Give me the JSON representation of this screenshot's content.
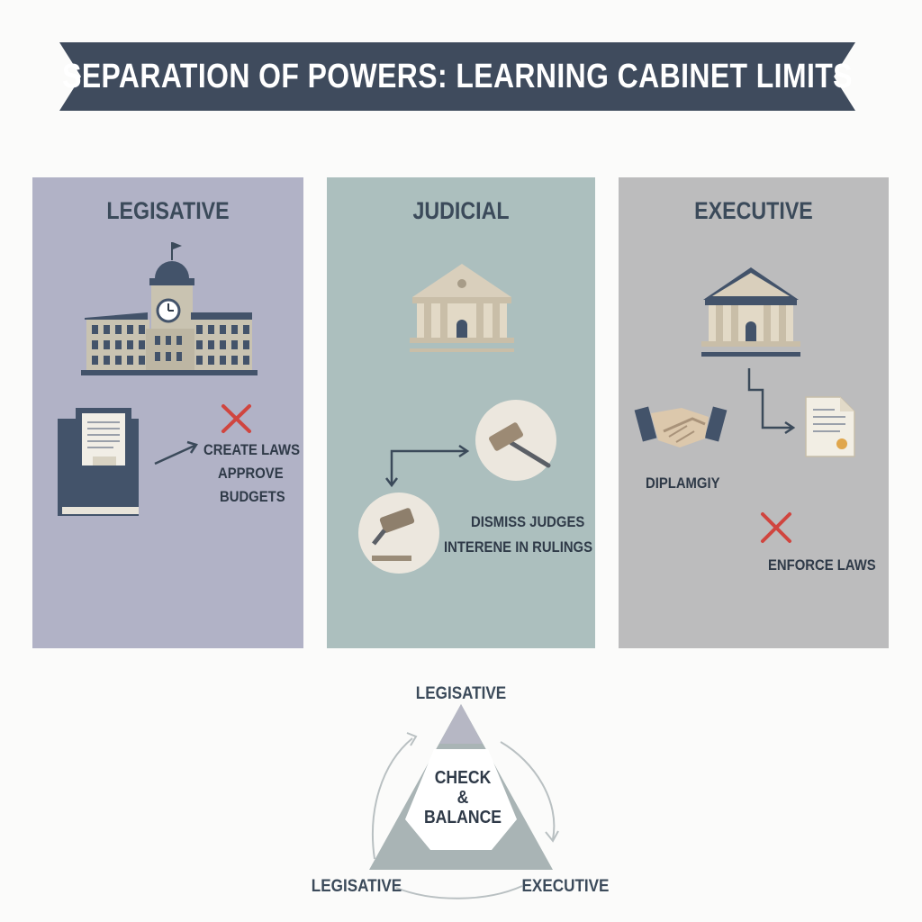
{
  "title": "SEPARATION OF POWERS: LEARNING CABINET LIMITS",
  "panels": {
    "legislative": {
      "title": "LEGISATIVE",
      "line1": "CREATE LAWS",
      "line2": "APPROVE",
      "line3": "BUDGETS"
    },
    "judicial": {
      "title": "JUDICIAL",
      "line1": "DISMISS JUDGES",
      "line2": "INTERENE IN RULINGS"
    },
    "executive": {
      "title": "EXECUTIVE",
      "diplomacy": "DIPLAMGIY",
      "enforce": "ENFORCE LAWS"
    }
  },
  "triangle": {
    "top": "LEGISATIVE",
    "left": "LEGISATIVE",
    "right": "EXECUTIVE",
    "center_line1": "CHECK",
    "center_line2": "&",
    "center_line3": "BALANCE"
  },
  "colors": {
    "banner": "#3f4b5d",
    "legislative_panel": "#b1b2c6",
    "judicial_panel": "#acbfbe",
    "executive_panel": "#bcbcbd",
    "cross": "#d0453f"
  },
  "icons": [
    "capitol-building-icon",
    "courthouse-icon",
    "book-icon",
    "gavel-icon",
    "handshake-icon",
    "document-icon",
    "cross-icon",
    "arrow-icon"
  ]
}
